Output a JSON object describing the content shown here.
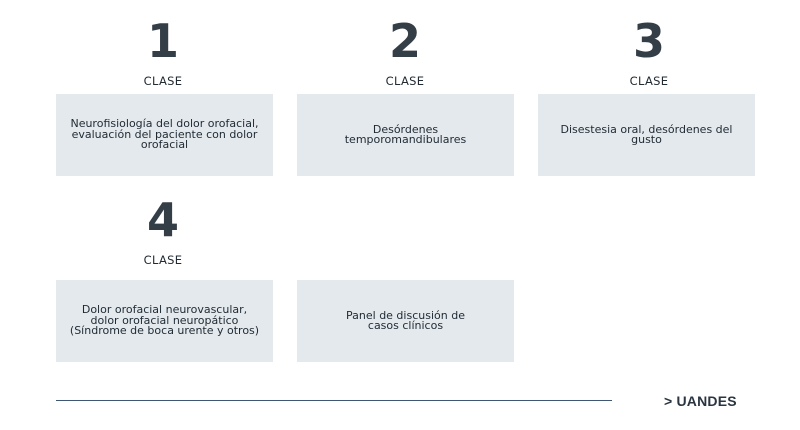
{
  "classes": [
    {
      "number": "1",
      "label": "CLASE"
    },
    {
      "number": "2",
      "label": "CLASE"
    },
    {
      "number": "3",
      "label": "CLASE"
    },
    {
      "number": "4",
      "label": "CLASE"
    }
  ],
  "cards": [
    {
      "text": "Neurofisiología del dolor orofacial,\nevaluación del paciente con dolor\norofacial"
    },
    {
      "text": "Desórdenes\ntemporomandibulares"
    },
    {
      "text": "Disestesia oral, desórdenes del\ngusto"
    },
    {
      "text": "Dolor orofacial neurovascular,\ndolor orofacial neuropático\n(Síndrome de boca urente y otros)"
    },
    {
      "text": "Panel de discusión de\ncasos clínicos"
    }
  ],
  "footer": {
    "brand": "> UANDES"
  }
}
